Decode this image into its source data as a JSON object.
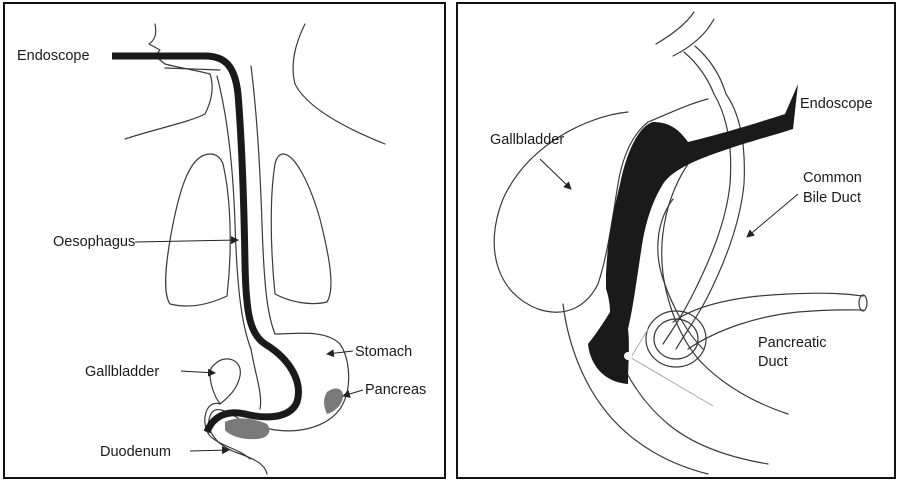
{
  "left_panel": {
    "labels": {
      "endoscope": "Endoscope",
      "oesophagus": "Oesophagus",
      "stomach": "Stomach",
      "gallbladder": "Gallbladder",
      "pancreas": "Pancreas",
      "duodenum": "Duodenum"
    }
  },
  "right_panel": {
    "labels": {
      "endoscope": "Endoscope",
      "gallbladder": "Gallbladder",
      "common_bile_duct_line1": "Common",
      "common_bile_duct_line2": "Bile Duct",
      "pancreatic_duct_line1": "Pancreatic",
      "pancreatic_duct_line2": "Duct"
    }
  },
  "colors": {
    "endoscope": "#1a1a1a",
    "pancreas": "#7a7a7a",
    "outline": "#3a3a3a",
    "border": "#111111"
  }
}
